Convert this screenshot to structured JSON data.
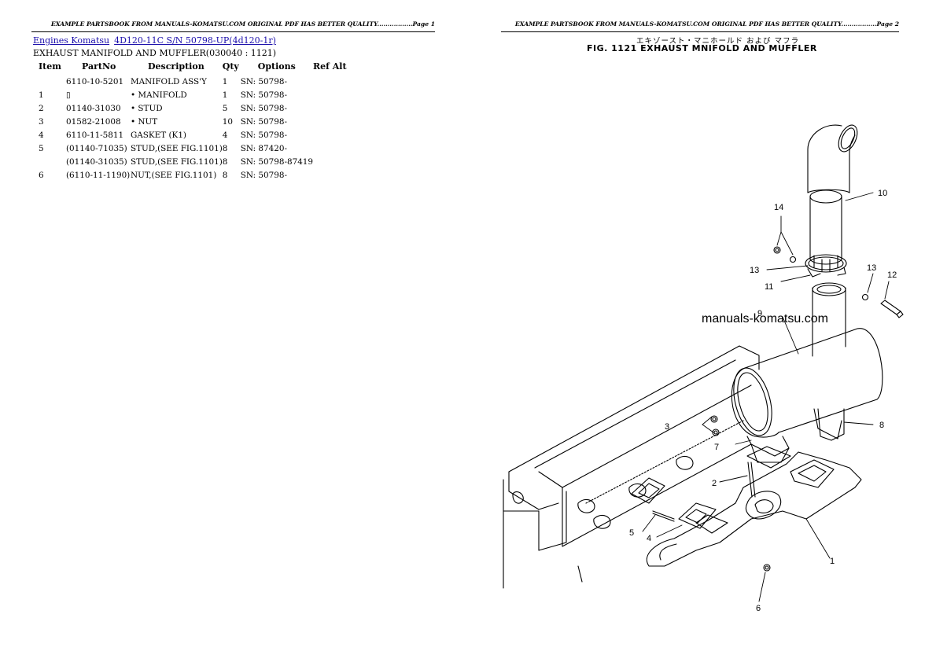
{
  "headers": {
    "left": "EXAMPLE PARTSBOOK FROM MANUALS-KOMATSU.COM ORIGINAL PDF HAS BETTER QUALITY.................Page 1",
    "right": "EXAMPLE PARTSBOOK FROM MANUALS-KOMATSU.COM ORIGINAL PDF HAS BETTER QUALITY.................Page 2"
  },
  "breadcrumb": {
    "link1": "Engines Komatsu",
    "link2": "4D120-11C S/N 50798-UP(4d120-1r)"
  },
  "subtitle": "EXHAUST MANIFOLD AND MUFFLER(030040 : 1121)",
  "table": {
    "headers": [
      "Item",
      "PartNo",
      "Description",
      "Qty",
      "Options",
      "Ref Alt"
    ],
    "rows": [
      {
        "item": "",
        "part": "6110-10-5201",
        "desc": "MANIFOLD ASS'Y",
        "qty": "1",
        "opt": "SN: 50798-",
        "ref": ""
      },
      {
        "item": "1",
        "part": "▯",
        "desc": "• MANIFOLD",
        "qty": "1",
        "opt": "SN: 50798-",
        "ref": ""
      },
      {
        "item": "2",
        "part": "01140-31030",
        "desc": "• STUD",
        "qty": "5",
        "opt": "SN: 50798-",
        "ref": ""
      },
      {
        "item": "3",
        "part": "01582-21008",
        "desc": "• NUT",
        "qty": "10",
        "opt": "SN: 50798-",
        "ref": ""
      },
      {
        "item": "4",
        "part": "6110-11-5811",
        "desc": "GASKET (K1)",
        "qty": "4",
        "opt": "SN: 50798-",
        "ref": ""
      },
      {
        "item": "5",
        "part": "(01140-71035)",
        "desc": "STUD,(SEE FIG.1101)",
        "qty": "8",
        "opt": "SN: 87420-",
        "ref": ""
      },
      {
        "item": "",
        "part": "(01140-31035)",
        "desc": "STUD,(SEE FIG.1101)",
        "qty": "8",
        "opt": "SN: 50798-87419",
        "ref": ""
      },
      {
        "item": "6",
        "part": "(6110-11-1190)",
        "desc": "NUT,(SEE FIG.1101)",
        "qty": "8",
        "opt": "SN: 50798-",
        "ref": ""
      }
    ]
  },
  "figure": {
    "jp_title": "エキゾースト・マニホールド および マフラ",
    "title": "FIG. 1121  EXHAUST MNIFOLD AND MUFFLER",
    "watermark": "manuals-komatsu.com",
    "callouts": [
      "14",
      "10",
      "13",
      "11",
      "13",
      "12",
      "9",
      "3",
      "8",
      "7",
      "2",
      "5",
      "4",
      "1",
      "6"
    ]
  }
}
